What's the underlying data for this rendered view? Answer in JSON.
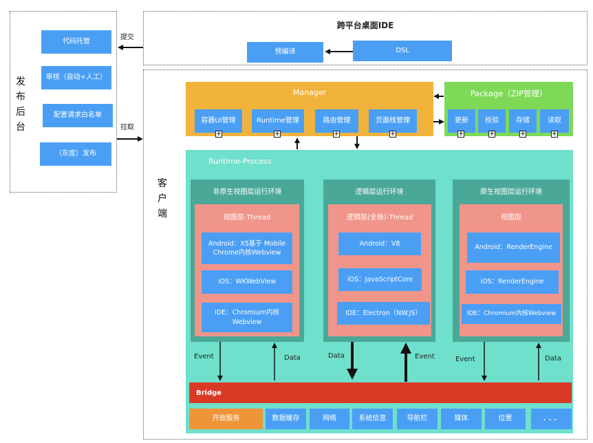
{
  "publish_backend": {
    "title": "发布后台",
    "items": [
      "代码托管",
      "审核（自动+人工）",
      "配置请求白名单",
      "（灰度）发布"
    ],
    "submit_label": "提交",
    "pull_label": "拉取"
  },
  "ide": {
    "title": "跨平台桌面IDE",
    "precompile": "预编译",
    "dsl": "DSL"
  },
  "client": {
    "title": "客户端",
    "manager": {
      "title": "Manager",
      "items": [
        "容器UI管理",
        "Runtime管理",
        "路由管理",
        "页面栈管理"
      ]
    },
    "package": {
      "title": "Package（ZIP管理）",
      "items": [
        "更新",
        "校验",
        "存储",
        "读取"
      ]
    },
    "runtime_process": {
      "title": "Runtime-Process",
      "envs": [
        {
          "title": "非原生视图层运行环境",
          "thread": "视图层-Thread",
          "items": [
            "Android：X5基于 Mobile Chrome内核Webview",
            "iOS：WKWebView",
            "IDE：Chromium内核 Webview"
          ],
          "down_label": "Event",
          "up_label": "Data"
        },
        {
          "title": "逻辑层运行环境",
          "thread": "逻辑层(全局)-Thread",
          "items": [
            "Android：V8",
            "iOS：JavaScriptCore",
            "IDE：Electron（NW.JS）"
          ],
          "down_label": "Data",
          "up_label": "Event"
        },
        {
          "title": "原生视图层运行环境",
          "thread": "视图层",
          "items": [
            "Android：RenderEngine",
            "iOS：RenderEngine",
            "IDE：Chromium内核Webview"
          ],
          "down_label": "Event",
          "up_label": "Data"
        }
      ],
      "bridge": "Bridge",
      "services": [
        "开放服务",
        "数据缓存",
        "网络",
        "系统信息",
        "导航栏",
        "媒体",
        "位置",
        "..."
      ]
    }
  },
  "colors": {
    "blue": "#4a9ff5",
    "manager": "#f2b33d",
    "package": "#7ed957",
    "runtime": "#6ee0cc",
    "env": "#4aa898",
    "thread": "#f0958a",
    "bridge": "#d93a26",
    "open_service": "#f0943a"
  }
}
